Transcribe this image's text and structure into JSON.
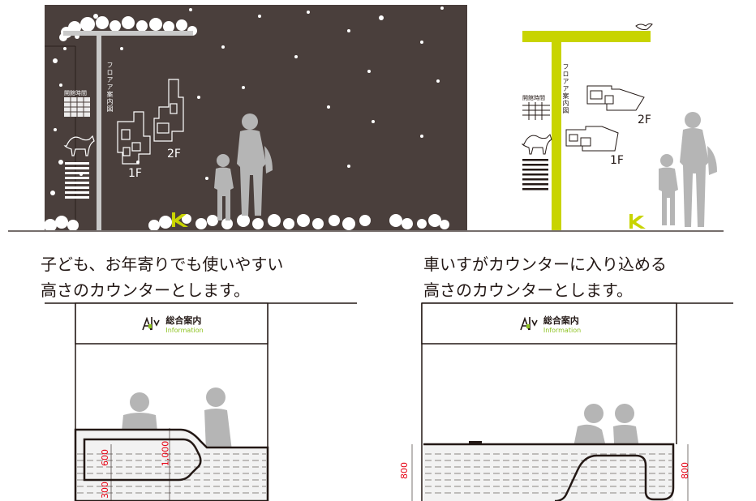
{
  "left_panel": {
    "vertical_label": "フロアア案内図",
    "floor_1f": "1F",
    "floor_2f": "2F",
    "schedule_label": "開館時間"
  },
  "right_panel": {
    "vertical_label": "フロアア案内図",
    "floor_1f": "1F",
    "floor_2f": "2F",
    "schedule_label": "開館時間"
  },
  "captions": {
    "left_line1": "子ども、お年寄りでも使いやすい",
    "left_line2": "高さのカウンターとします。",
    "right_line1": "車いすがカウンターに入り込める",
    "right_line2": "高さのカウンターとします。"
  },
  "signs": {
    "jp": "総合案内",
    "en": "Information"
  },
  "dimensions": {
    "left_600": "600",
    "left_1000": "1,000",
    "left_300": "300",
    "right_800_a": "800",
    "right_800_b": "800"
  },
  "colors": {
    "wall_dark": "#4a3f3c",
    "accent_green": "#c8d400",
    "silhouette": "#b5b5b5",
    "dimension_red": "#e60012",
    "pole_gray": "#c9c9c9"
  }
}
